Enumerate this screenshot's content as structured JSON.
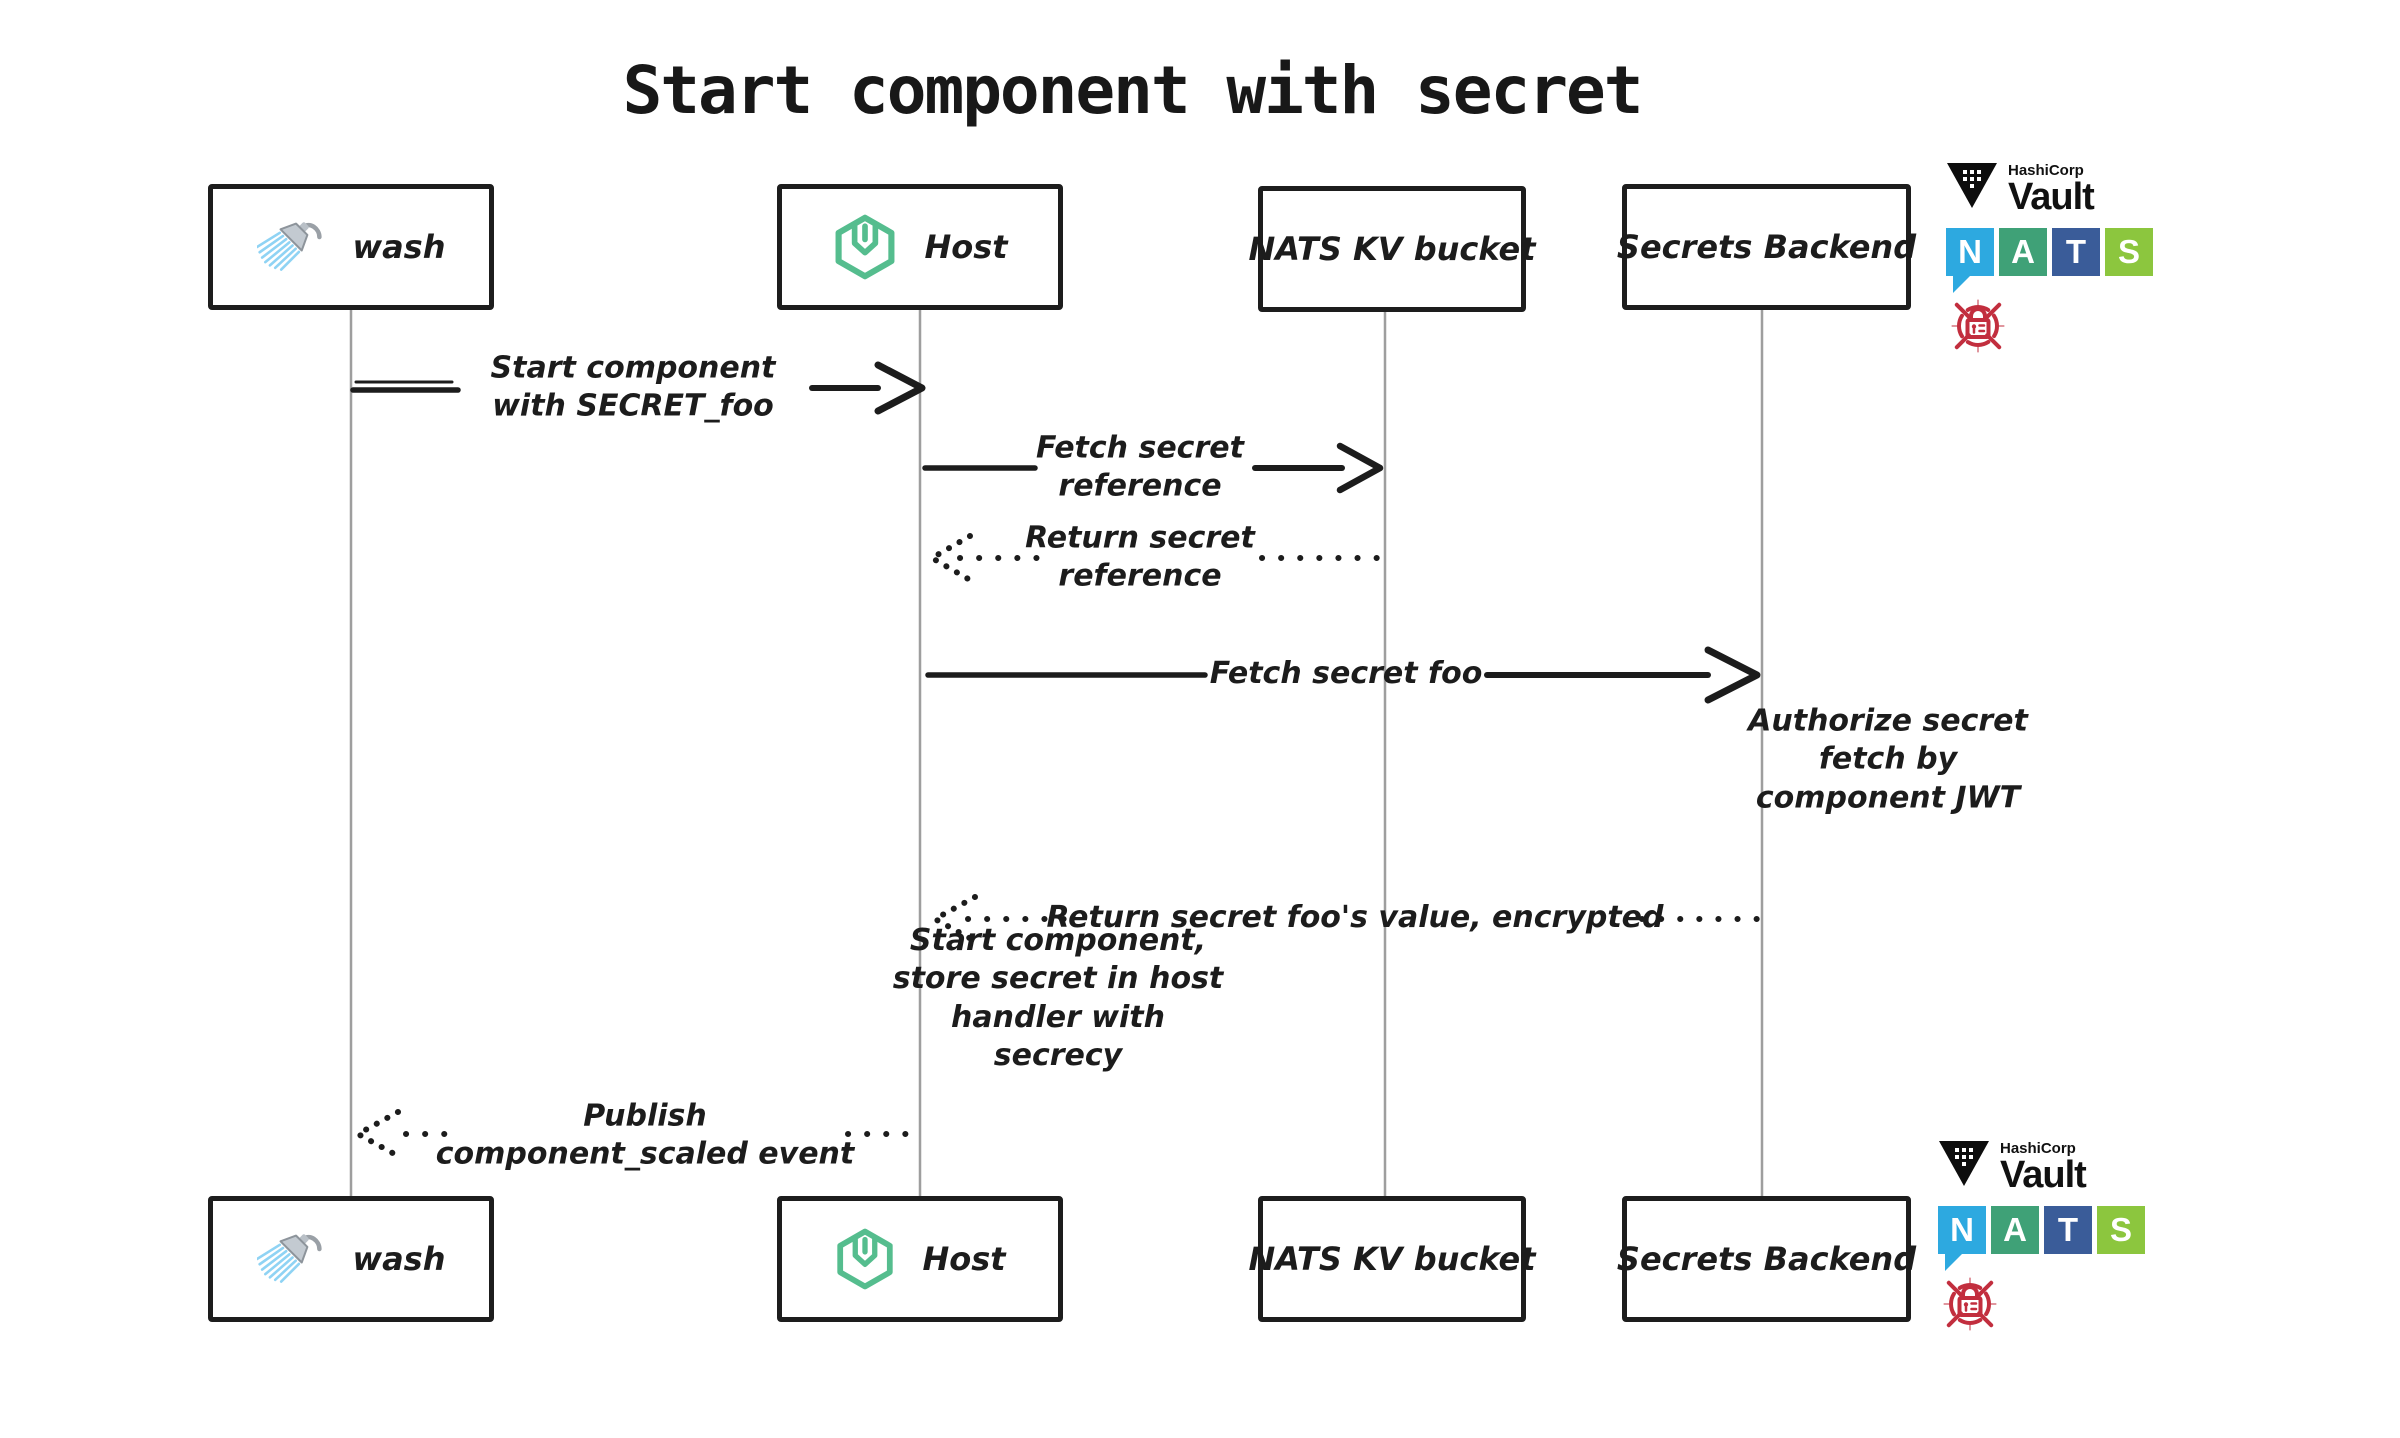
{
  "title": "Start component with secret",
  "participants": [
    {
      "id": "wash",
      "label": "wash",
      "icon": "shower-icon"
    },
    {
      "id": "host",
      "label": "Host",
      "icon": "wasmcloud-hexagon-icon"
    },
    {
      "id": "nats_kv",
      "label": "NATS KV bucket",
      "icon": null
    },
    {
      "id": "secrets_backend",
      "label": "Secrets Backend",
      "icon": null
    }
  ],
  "messages": [
    {
      "label": "Start component with SECRET_foo",
      "from": "wash",
      "to": "Host",
      "line": "solid"
    },
    {
      "label": "Fetch secret reference",
      "from": "Host",
      "to": "NATS KV bucket",
      "line": "solid"
    },
    {
      "label": "Return secret reference",
      "from": "NATS KV bucket",
      "to": "Host",
      "line": "dotted"
    },
    {
      "label": "Fetch secret foo",
      "from": "Host",
      "to": "Secrets Backend",
      "line": "solid"
    },
    {
      "label": "Return secret foo's value, encrypted",
      "from": "Secrets Backend",
      "to": "Host",
      "line": "dotted"
    },
    {
      "label": "Publish component_scaled event",
      "from": "Host",
      "to": "wash",
      "line": "dotted"
    }
  ],
  "notes": [
    {
      "label": "Authorize secret fetch by component JWT",
      "near": "Secrets Backend"
    },
    {
      "label": "Start component, store secret in host handler with secrecy",
      "near": "Host"
    }
  ],
  "logos": {
    "vault": {
      "brand": "HashiCorp",
      "product": "Vault",
      "mark_color": "#0d0d0d"
    },
    "nats": {
      "letters": [
        "N",
        "A",
        "T",
        "S"
      ],
      "colors": [
        "#2DA9E0",
        "#3FA177",
        "#3A5C99",
        "#8CC63E"
      ]
    },
    "secrets_lock": {
      "color": "#C22E3E"
    }
  },
  "colors": {
    "ink": "#1c1c1c",
    "lifeline": "#9e9e9e",
    "wasmcloud_green": "#55BD8E",
    "spray_blue": "#8FD3F4"
  }
}
